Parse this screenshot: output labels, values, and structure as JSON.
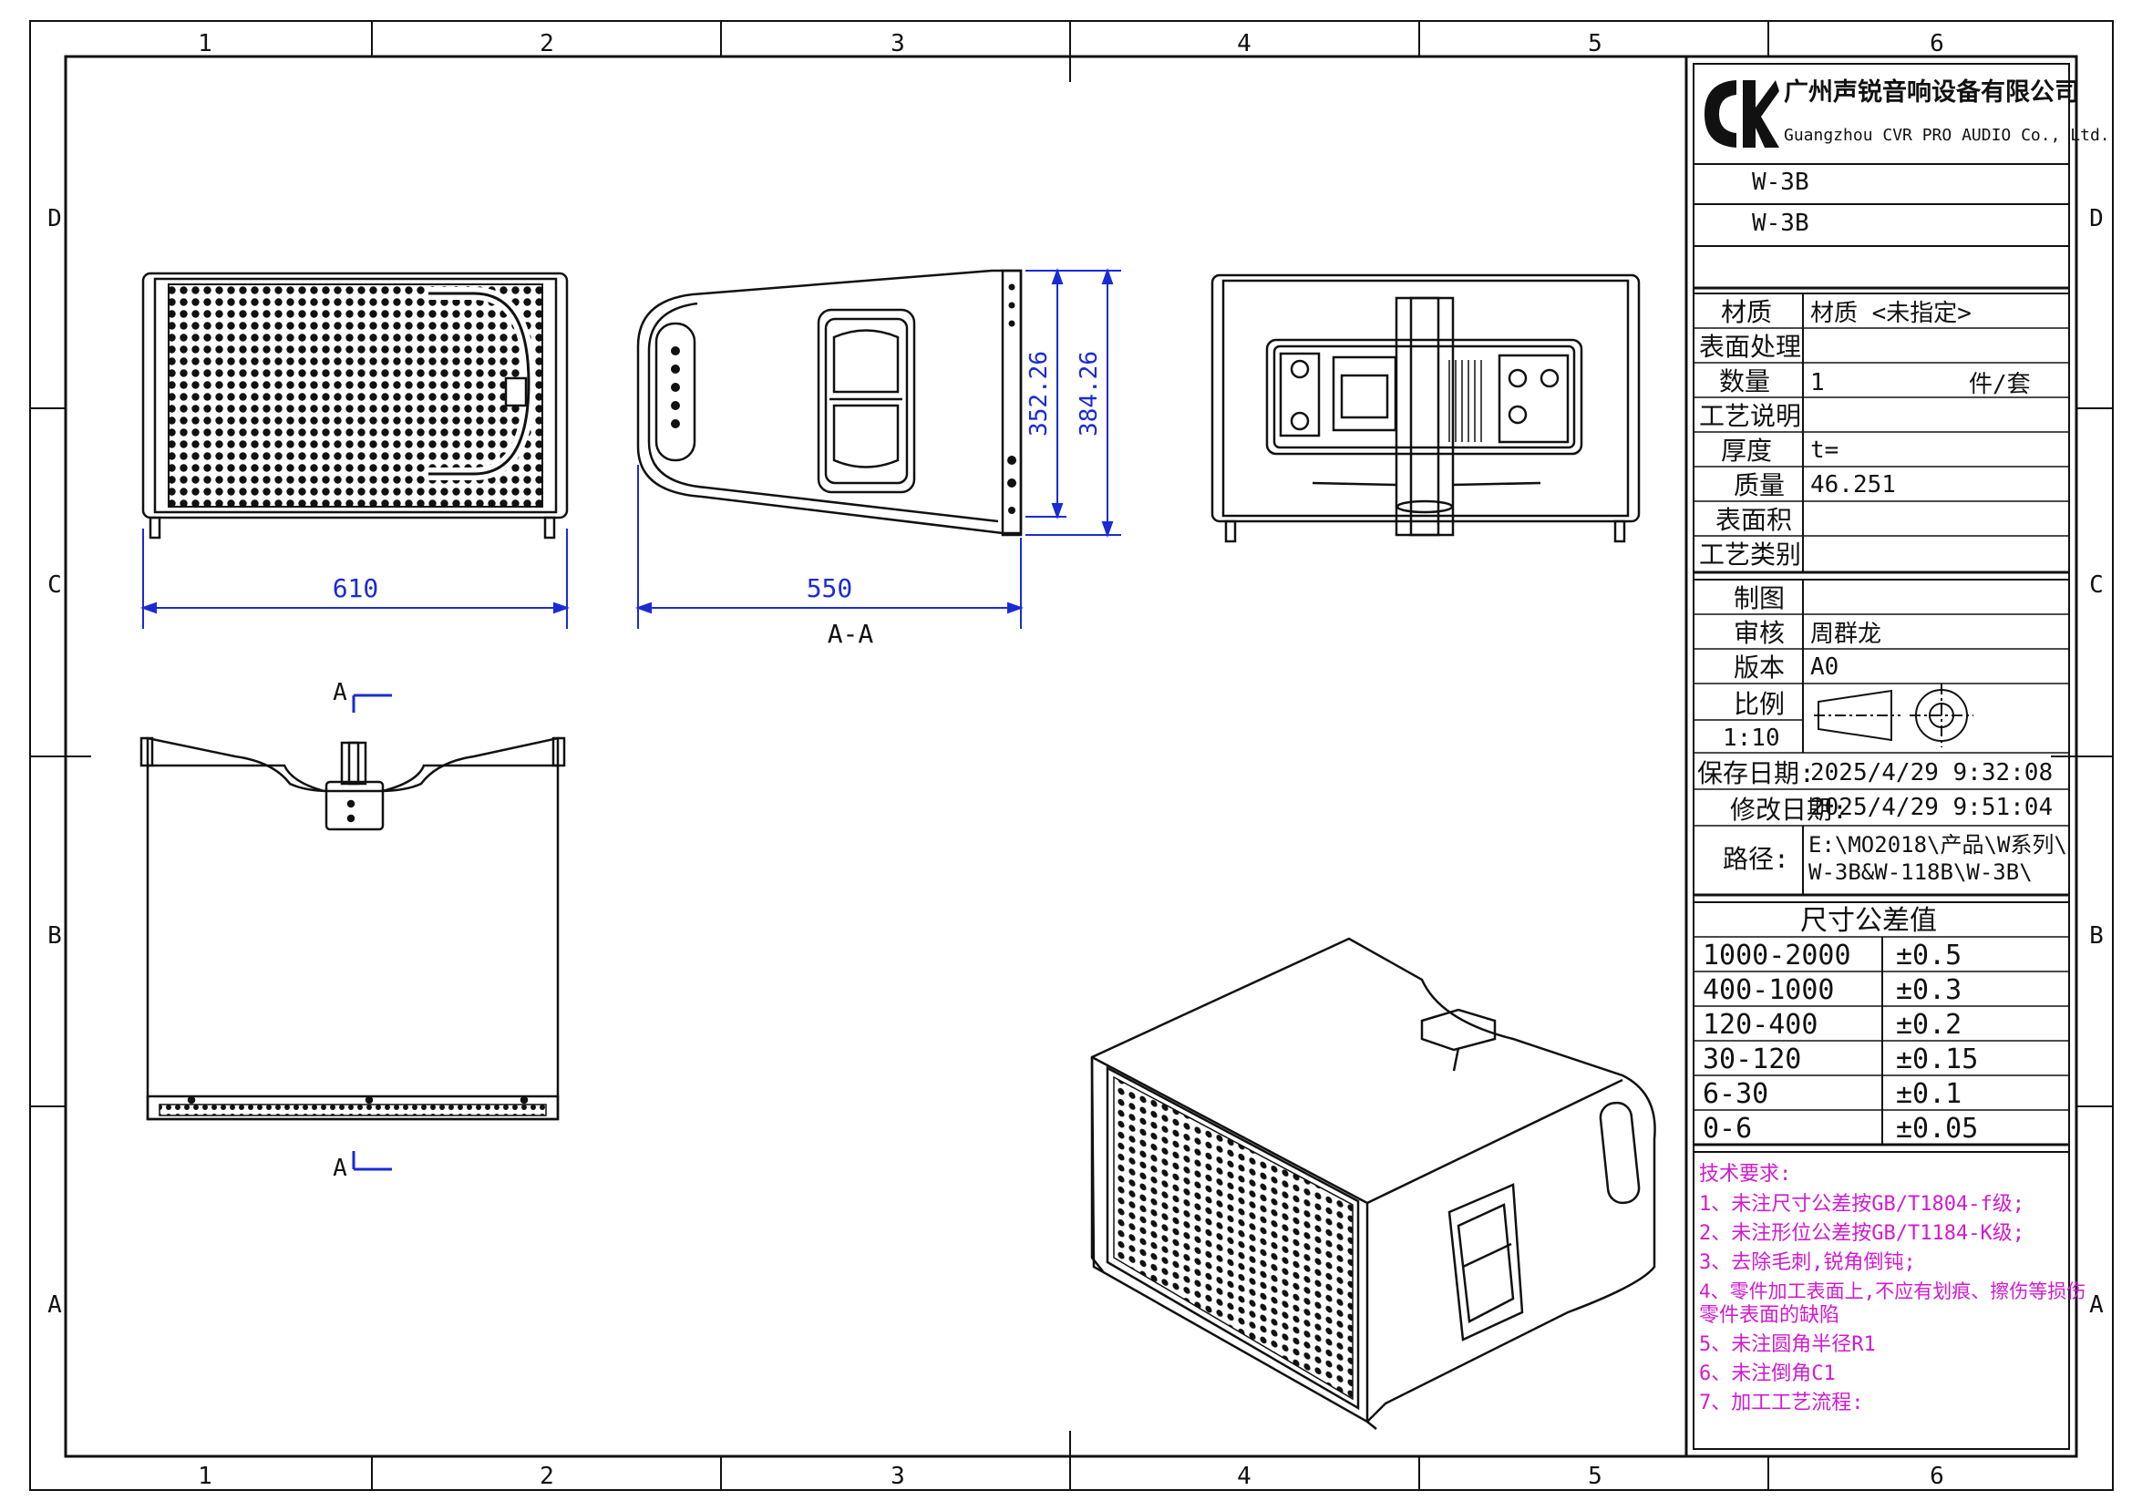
{
  "frame": {
    "columns": [
      "1",
      "2",
      "3",
      "4",
      "5",
      "6"
    ],
    "rows": [
      "D",
      "C",
      "B",
      "A"
    ]
  },
  "company": {
    "name_cn": "广州声锐音响设备有限公司",
    "name_en": "Guangzhou CVR PRO AUDIO Co., Ltd.",
    "logo_text": "CK"
  },
  "title_block": {
    "part_name": "W-3B",
    "part_number": "W-3B",
    "rows": [
      {
        "label": "材质",
        "value": "材质 <未指定>"
      },
      {
        "label": "表面处理",
        "value": ""
      },
      {
        "label": "数量",
        "value": "1",
        "unit": "件/套"
      },
      {
        "label": "工艺说明",
        "value": ""
      },
      {
        "label": "厚度",
        "value": "t="
      },
      {
        "label": "质量",
        "value": "46.251"
      },
      {
        "label": "表面积",
        "value": ""
      },
      {
        "label": "工艺类别",
        "value": ""
      }
    ],
    "rows2": [
      {
        "label": "制图",
        "value": ""
      },
      {
        "label": "审核",
        "value": "周群龙"
      },
      {
        "label": "版本",
        "value": "A0"
      },
      {
        "label": "比例",
        "value": ""
      }
    ],
    "scale": "1:10",
    "saved_label": "保存日期:",
    "saved_value": "2025/4/29 9:32:08",
    "modified_label": "修改日期:",
    "modified_value": "2025/4/29 9:51:04",
    "path_label": "路径:",
    "path_line1": "E:\\MO2018\\产品\\W系列\\",
    "path_line2": "W-3B&W-118B\\W-3B\\"
  },
  "tolerance": {
    "title": "尺寸公差值",
    "rows": [
      {
        "range": "1000-2000",
        "tol": "±0.5"
      },
      {
        "range": "400-1000",
        "tol": "±0.3"
      },
      {
        "range": "120-400",
        "tol": "±0.2"
      },
      {
        "range": "30-120",
        "tol": "±0.15"
      },
      {
        "range": "6-30",
        "tol": "±0.1"
      },
      {
        "range": "0-6",
        "tol": "±0.05"
      }
    ]
  },
  "tech_requirements": {
    "title": "技术要求:",
    "items": [
      "1、未注尺寸公差按GB/T1804-f级;",
      "2、未注形位公差按GB/T1184-K级;",
      "3、去除毛刺,锐角倒钝;",
      "4、零件加工表面上,不应有划痕、擦伤等损伤",
      "零件表面的缺陷",
      "5、未注圆角半径R1",
      "6、未注倒角C1",
      "7、加工工艺流程:"
    ]
  },
  "dimensions": {
    "front_width": "610",
    "side_depth": "550",
    "height_inner": "352.26",
    "height_outer": "384.26",
    "section_label": "A-A",
    "cut_label": "A"
  },
  "colors": {
    "dimension": "#1a2bd6",
    "notes": "#d11ad1",
    "lines": "#111111"
  }
}
